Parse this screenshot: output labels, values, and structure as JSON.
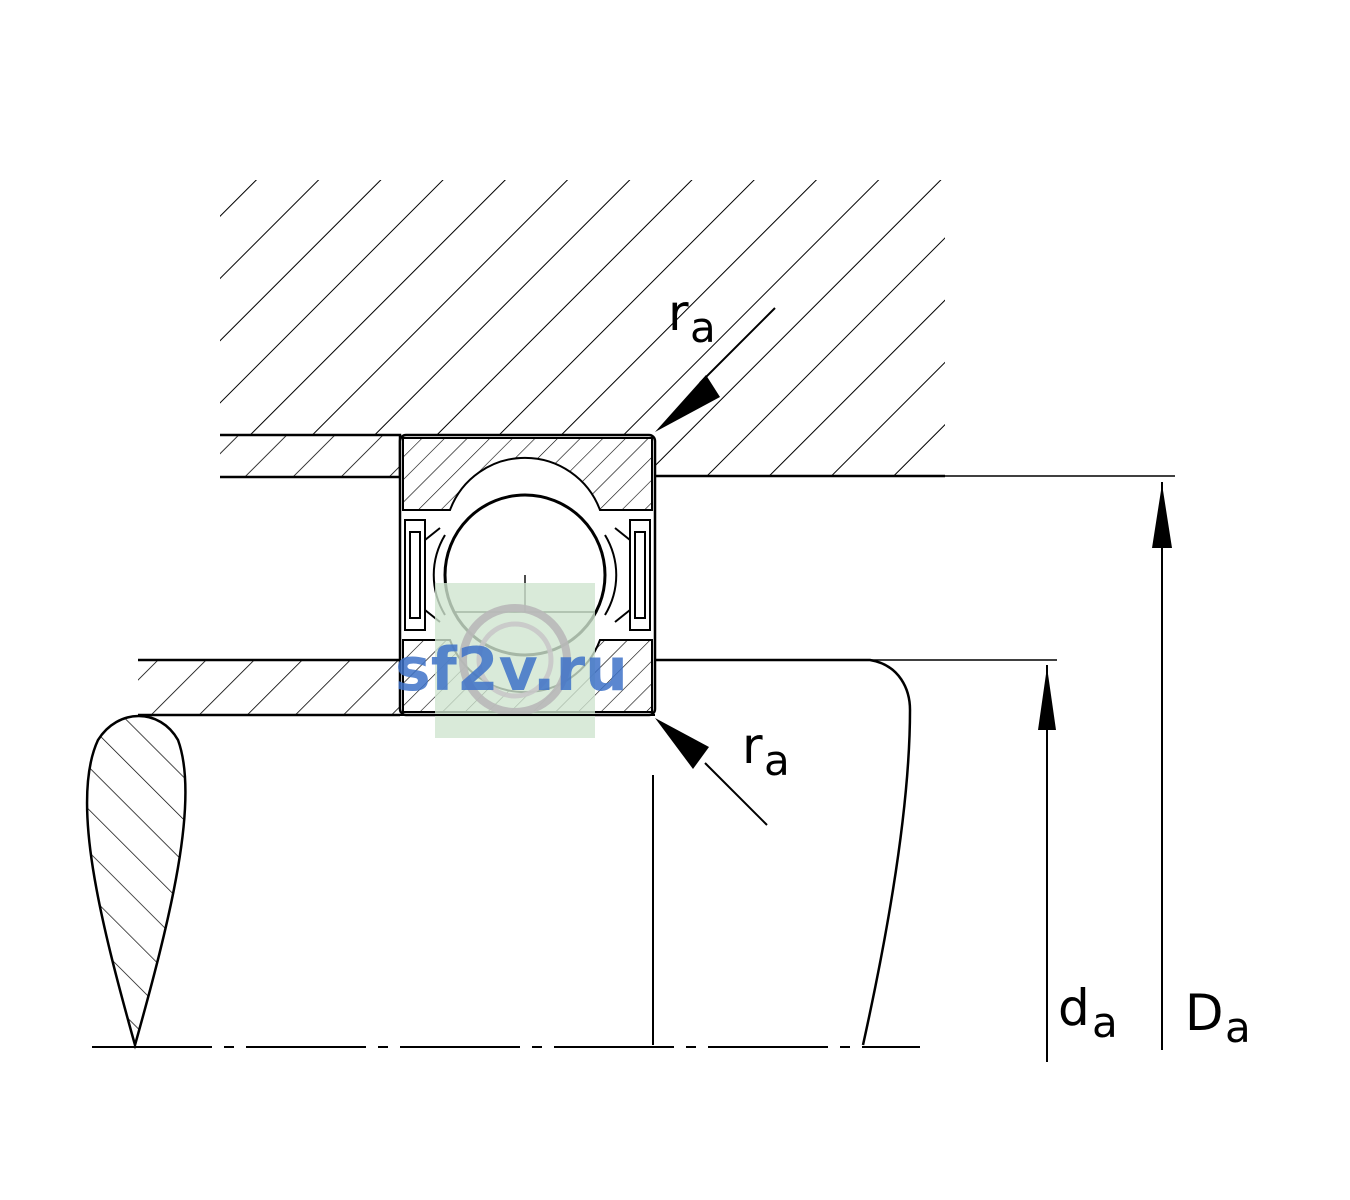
{
  "labels": {
    "ra_top": {
      "main": "r",
      "sub": "a"
    },
    "ra_bottom": {
      "main": "r",
      "sub": "a"
    },
    "da": {
      "main": "d",
      "sub": "a"
    },
    "Da": {
      "main": "D",
      "sub": "a"
    }
  },
  "watermark": {
    "text": "sf2v.ru"
  },
  "colors": {
    "line": "#000000",
    "background": "#ffffff",
    "watermark_text": "#3f73c8",
    "watermark_bg": "#cfe5cf"
  }
}
